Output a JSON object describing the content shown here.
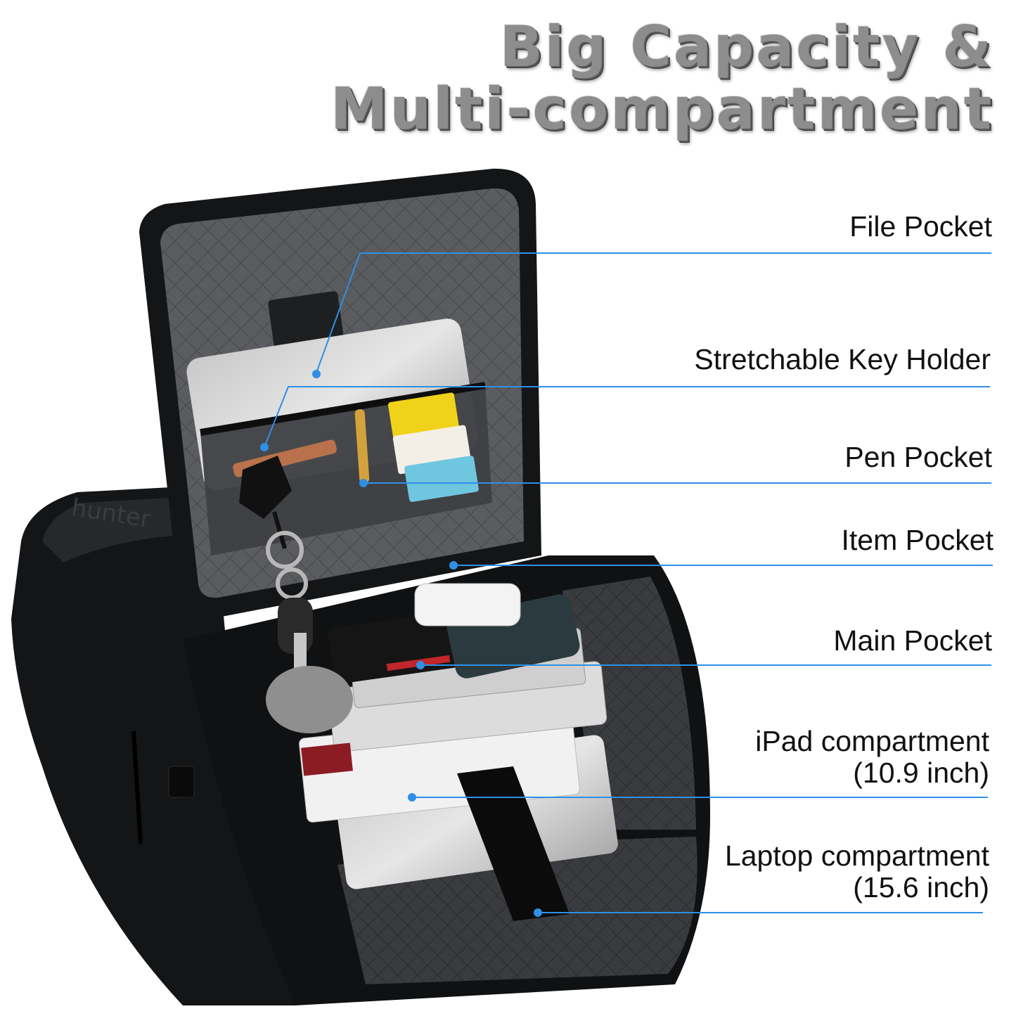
{
  "headline": {
    "line1": "Big Capacity &",
    "line2": "Multi-compartment"
  },
  "callouts": [
    {
      "id": "file-pocket",
      "label": "File Pocket",
      "sub": ""
    },
    {
      "id": "key-holder",
      "label": "Stretchable Key Holder",
      "sub": ""
    },
    {
      "id": "pen-pocket",
      "label": "Pen Pocket",
      "sub": ""
    },
    {
      "id": "item-pocket",
      "label": "Item Pocket",
      "sub": ""
    },
    {
      "id": "main-pocket",
      "label": "Main Pocket",
      "sub": ""
    },
    {
      "id": "ipad-compartment",
      "label": "iPad compartment",
      "sub": "(10.9 inch)"
    },
    {
      "id": "laptop-compartment",
      "label": "Laptop compartment",
      "sub": "(15.6 inch)"
    }
  ],
  "colors": {
    "leader_line": "#2f8fe6",
    "bag_body": "#121314",
    "lining": "#57585b",
    "headline": "#8d8d8d"
  }
}
